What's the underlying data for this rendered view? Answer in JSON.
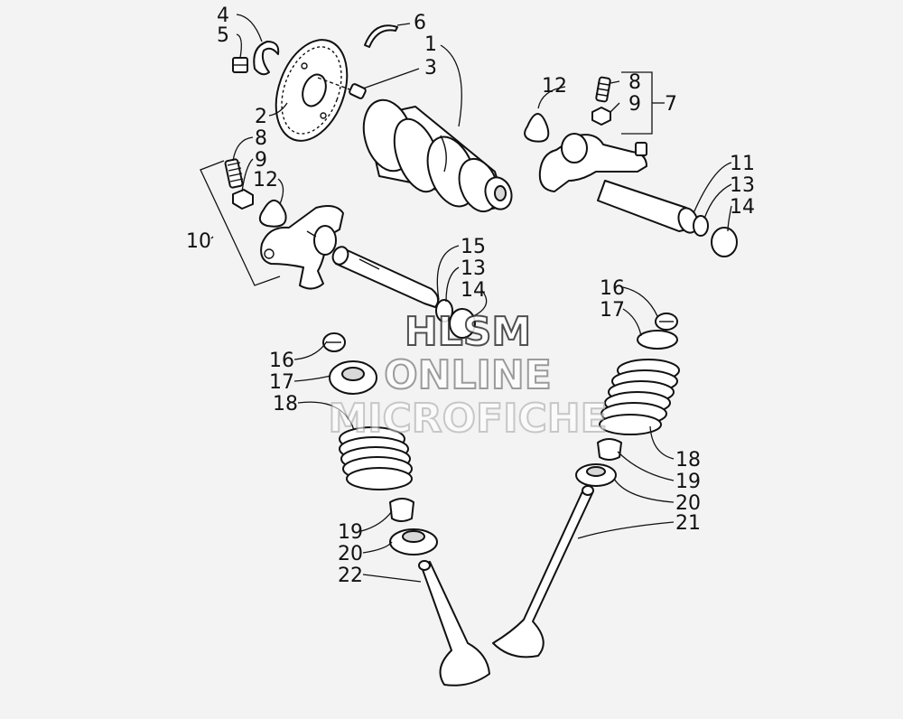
{
  "callouts": [
    {
      "id": "c4",
      "text": "4"
    },
    {
      "id": "c5",
      "text": "5"
    },
    {
      "id": "c6",
      "text": "6"
    },
    {
      "id": "c1",
      "text": "1"
    },
    {
      "id": "c3",
      "text": "3"
    },
    {
      "id": "c2",
      "text": "2"
    },
    {
      "id": "c8a",
      "text": "8"
    },
    {
      "id": "c9a",
      "text": "9"
    },
    {
      "id": "c12a",
      "text": "12"
    },
    {
      "id": "c10",
      "text": "10"
    },
    {
      "id": "c12b",
      "text": "12"
    },
    {
      "id": "c8b",
      "text": "8"
    },
    {
      "id": "c9b",
      "text": "9"
    },
    {
      "id": "c7",
      "text": "7"
    },
    {
      "id": "c11",
      "text": "11"
    },
    {
      "id": "c13a",
      "text": "13"
    },
    {
      "id": "c14a",
      "text": "14"
    },
    {
      "id": "c15",
      "text": "15"
    },
    {
      "id": "c13b",
      "text": "13"
    },
    {
      "id": "c14b",
      "text": "14"
    },
    {
      "id": "c16a",
      "text": "16"
    },
    {
      "id": "c17a",
      "text": "17"
    },
    {
      "id": "c18a",
      "text": "18"
    },
    {
      "id": "c19a",
      "text": "19"
    },
    {
      "id": "c20a",
      "text": "20"
    },
    {
      "id": "c22",
      "text": "22"
    },
    {
      "id": "c16b",
      "text": "16"
    },
    {
      "id": "c17b",
      "text": "17"
    },
    {
      "id": "c18b",
      "text": "18"
    },
    {
      "id": "c19b",
      "text": "19"
    },
    {
      "id": "c20b",
      "text": "20"
    },
    {
      "id": "c21",
      "text": "21"
    }
  ],
  "watermark": {
    "line1": "HLSM",
    "line2": "ONLINE",
    "line3": "MICROFICHE"
  }
}
